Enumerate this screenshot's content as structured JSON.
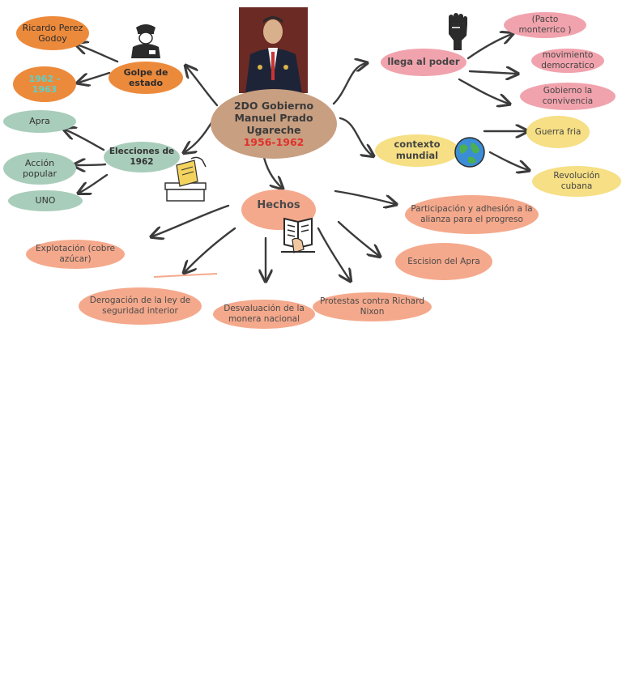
{
  "central": {
    "line1": "2DO Gobierno",
    "line2": "Manuel Prado Ugareche",
    "years": "1956-1962"
  },
  "golpe": {
    "label": "Golpe de estado",
    "person": "Ricardo Perez Godoy",
    "years": "1962 - 1963",
    "years_color": "#5fd0c8"
  },
  "elecciones": {
    "label": "Elecciones de 1962",
    "parties": [
      "Apra",
      "Acción popular",
      "UNO"
    ]
  },
  "poder": {
    "label": "llega al poder",
    "items": [
      "(Pacto monterrico )",
      "movimiento democratico",
      "Gobierno la convivencia"
    ]
  },
  "contexto": {
    "label": "contexto mundial",
    "items": [
      "Guerra fria",
      "Revolución cubana"
    ]
  },
  "hechos": {
    "label": "Hechos",
    "items": [
      "Participación y adhesión a la alianza para el progreso",
      "Escision del Apra",
      "Protestas contra Richard Nixon",
      "Desvaluación de la monera nacional",
      "Derogación de la ley de seguridad interior",
      "Explotación (cobre azúcar)"
    ]
  },
  "icons": [
    "portrait-photo",
    "soldier-icon",
    "raised-fist-icon",
    "globe-icon",
    "ballot-box-icon",
    "reading-book-icon"
  ],
  "colors": {
    "orange": "#ec8a3c",
    "salmon": "#f5a98c",
    "pink": "#f1a3ad",
    "yellow": "#f6df84",
    "green": "#a9cdbb",
    "center": "#c89f80",
    "years_red": "#e0312c"
  }
}
